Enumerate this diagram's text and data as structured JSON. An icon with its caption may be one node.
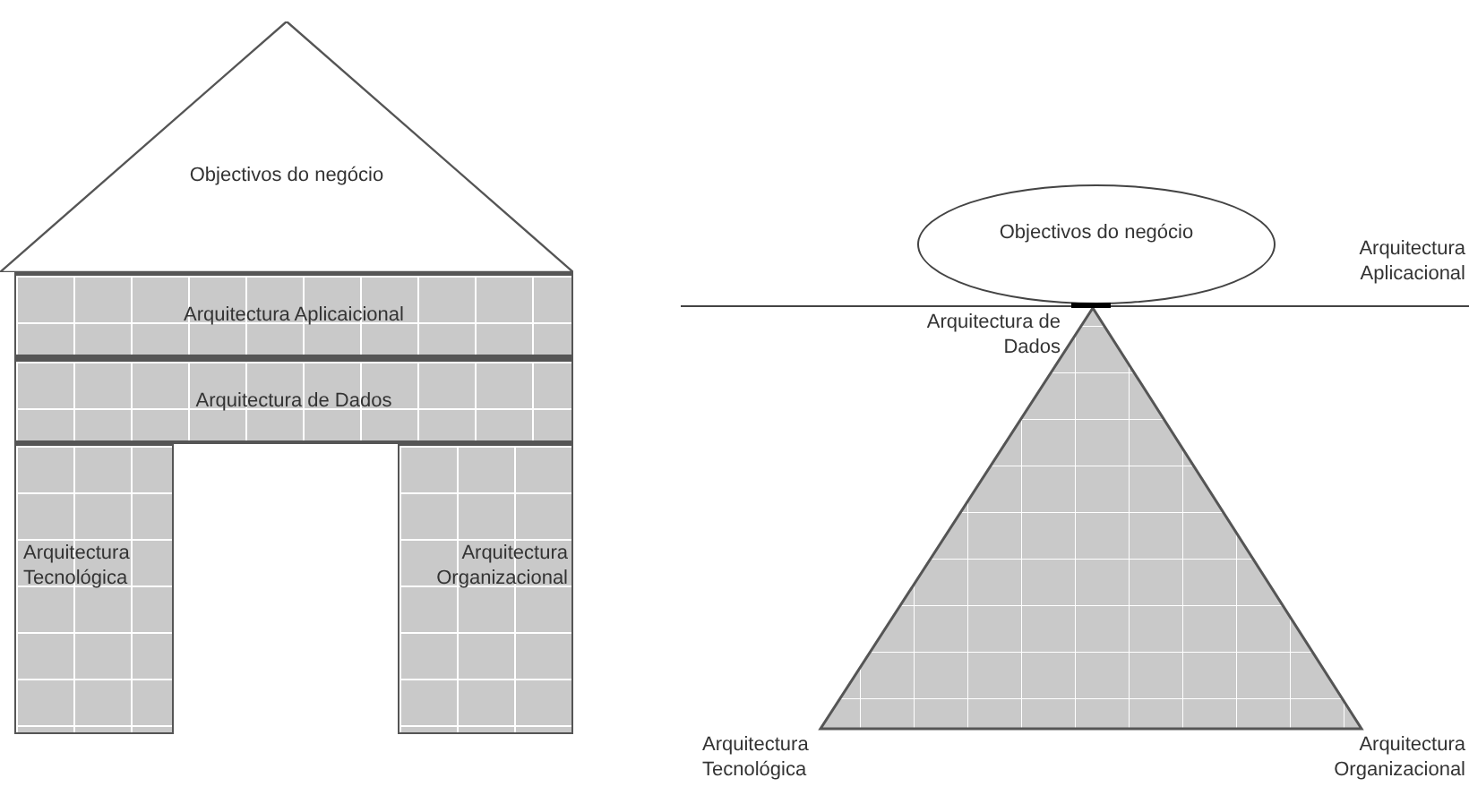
{
  "diagram": {
    "nodes": [
      {
        "text": [
          "Objectivos do negócio"
        ]
      },
      {
        "text": [
          "Arquitectura Aplicaicional"
        ]
      },
      {
        "text": [
          "Arquitectura de Dados"
        ]
      },
      {
        "text": [
          "Arquitectura Tecnológica"
        ]
      },
      {
        "text": [
          "Arquitectura Organizacional"
        ]
      },
      {
        "text": [
          "Objectivos do negócio"
        ]
      }
    ],
    "labels": [
      "Arquitectura Aplicacional",
      "Arquitectura de Dados",
      "Arquitectura Tecnológica",
      "Arquitectura Organizacional"
    ]
  }
}
